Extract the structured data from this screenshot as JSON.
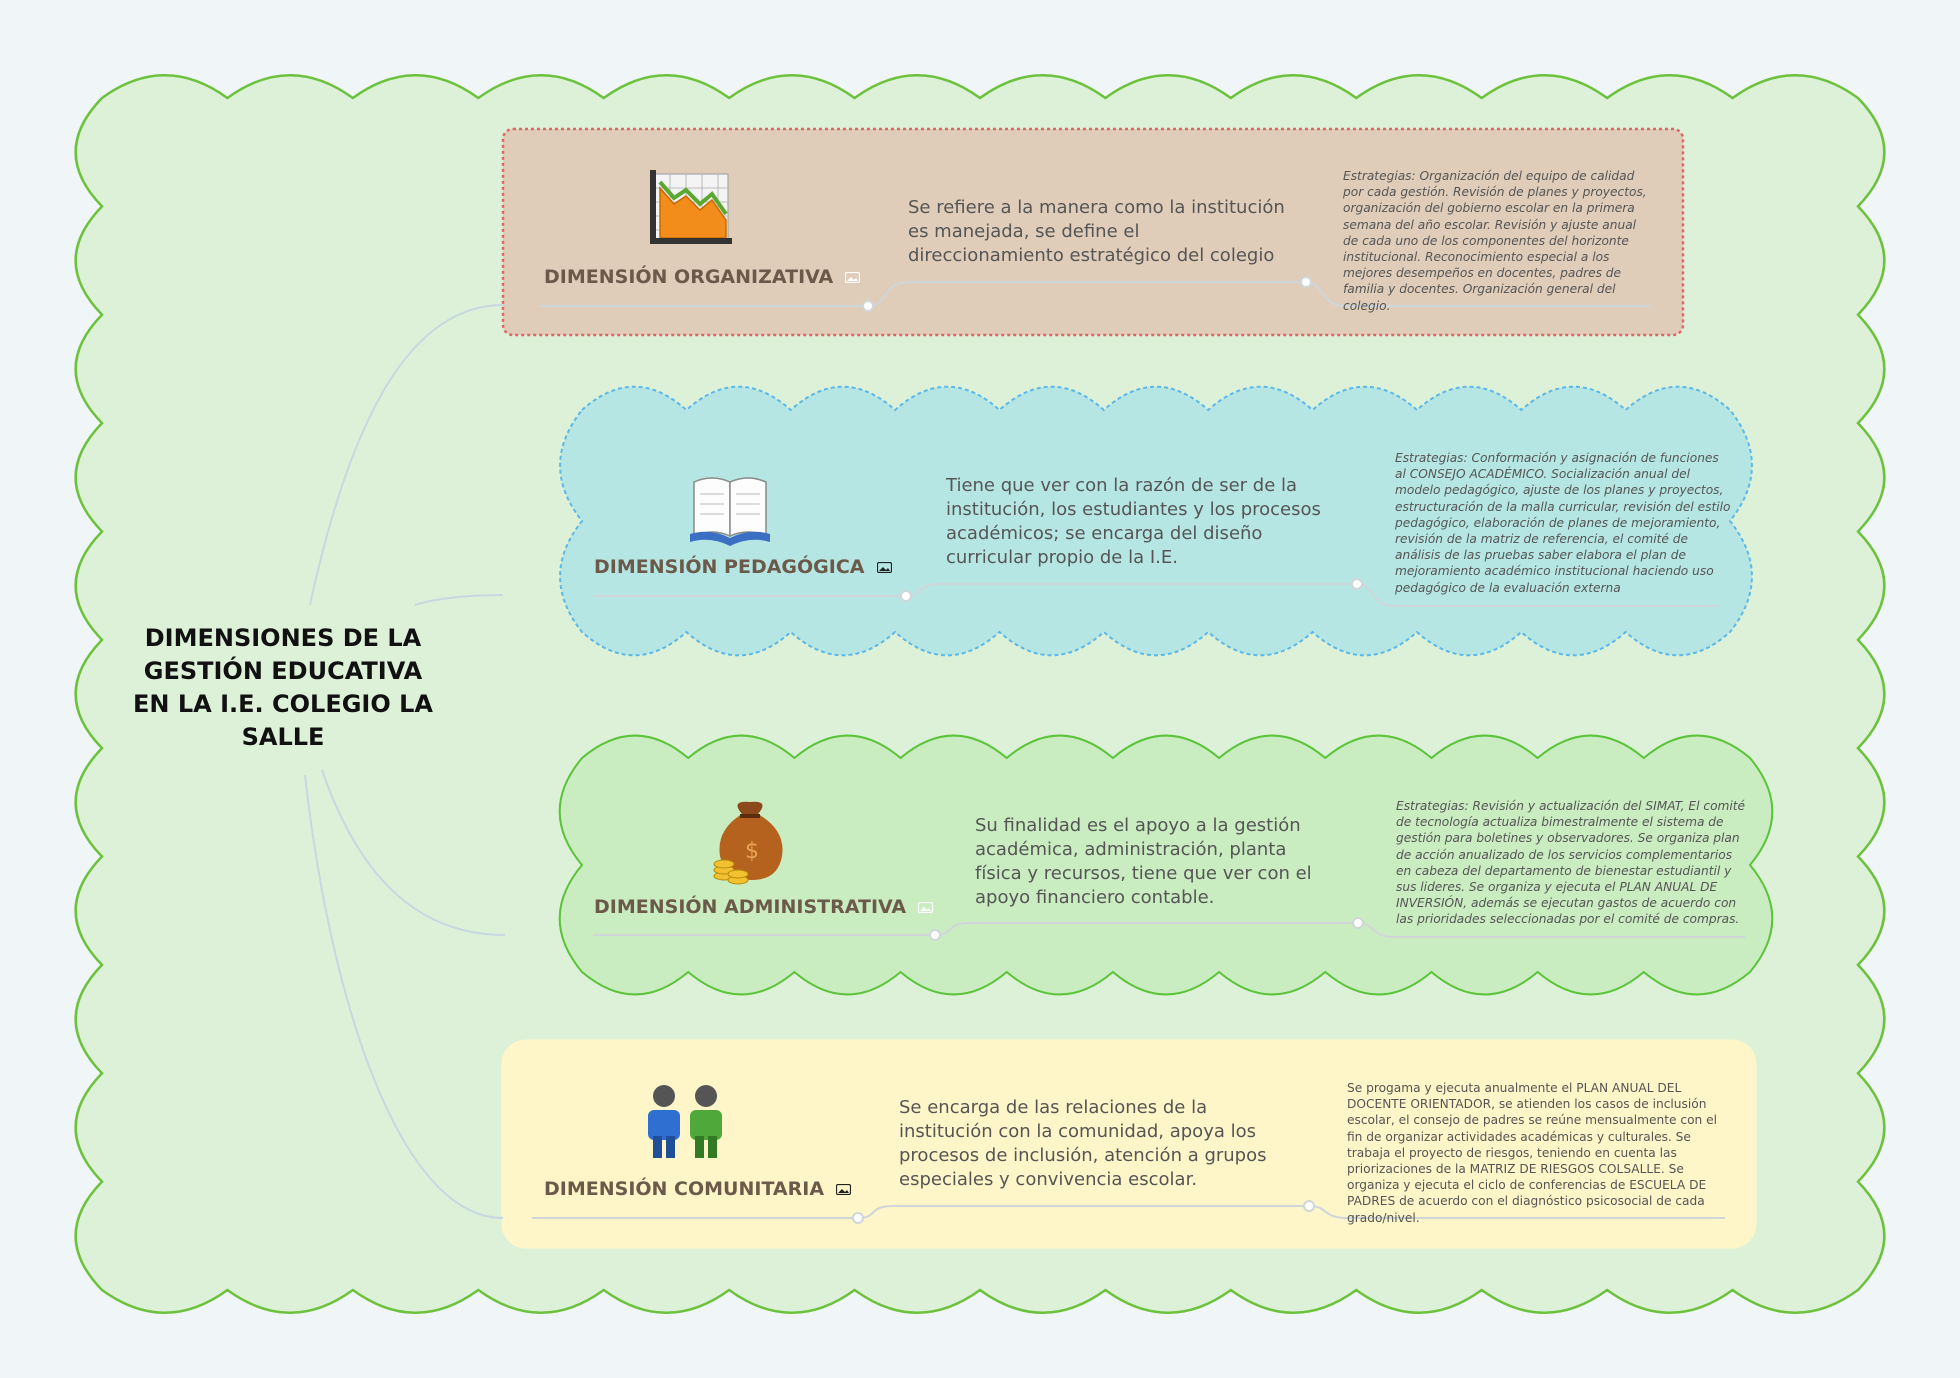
{
  "diagram": {
    "central_topic": "DIMENSIONES DE LA GESTIÓN EDUCATIVA EN LA I.E. COLEGIO LA SALLE",
    "branches": [
      {
        "title": "DIMENSIÓN ORGANIZATIVA",
        "icon": "chart-icon",
        "description": "Se refiere a la manera como la institución es manejada, se define el direccionamiento estratégico del colegio",
        "strategies": "Estrategias: Organización del equipo de calidad por cada gestión. Revisión de planes y proyectos, organización del gobierno escolar en la primera semana del año escolar. Revisión y ajuste anual de cada uno de los componentes del horizonte institucional. Reconocimiento especial a los mejores desempeños en docentes, padres de familia y docentes. Organización general del colegio.",
        "fill": "#dfcdb9",
        "border": "#e06666"
      },
      {
        "title": "DIMENSIÓN PEDAGÓGICA",
        "icon": "open-book-icon",
        "description": "Tiene que ver  con la razón de ser de la institución, los estudiantes y los procesos académicos; se encarga del diseño curricular propio de la I.E.",
        "strategies": "Estrategias: Conformación y asignación de funciones al CONSEJO ACADÉMICO. Socialización anual del modelo pedagógico, ajuste de los planes y proyectos, estructuración de la malla curricular, revisión del estilo pedagógico, elaboración de planes de mejoramiento, revisión de la matriz de referencia, el comité de análisis de las pruebas saber elabora el plan de mejoramiento académico institucional haciendo uso pedagógico de la evaluación externa",
        "fill": "#b6e6e3",
        "border": "#5bb8e8"
      },
      {
        "title": "DIMENSIÓN ADMINISTRATIVA",
        "icon": "money-bag-icon",
        "description": "Su finalidad es el apoyo a la gestión académica, administración, planta física y recursos, tiene que ver con el apoyo financiero contable.",
        "strategies": "Estrategias: Revisión y actualización del SIMAT,  El comité de tecnología actualiza bimestralmente el sistema de gestión para boletines y observadores. Se organiza plan de acción anualizado de los servicios complementarios en cabeza del departamento de bienestar estudiantil y sus lideres. Se organiza y ejecuta el PLAN ANUAL DE INVERSIÓN, además se ejecutan gastos de acuerdo con las prioridades seleccionadas por el comité de compras.",
        "fill": "#c9ecc0",
        "border": "#5cc43a"
      },
      {
        "title": "DIMENSIÓN COMUNITARIA",
        "icon": "people-icon",
        "description": "Se encarga de las relaciones de la institución con la comunidad, apoya los procesos de inclusión, atención a grupos especiales y convivencia escolar.",
        "strategies": "Se progama y ejecuta anualmente el PLAN ANUAL DEL DOCENTE ORIENTADOR, se atienden los casos de inclusión escolar, el consejo de padres se reúne mensualmente con el fin de organizar actividades académicas y culturales. Se trabaja el proyecto de riesgos, teniendo en cuenta las priorizaciones de la MATRIZ DE RIESGOS  COLSALLE. Se organiza y ejecuta el ciclo de conferencias de ESCUELA DE PADRES de acuerdo con el diagnóstico psicosocial de cada grado/nivel.",
        "fill": "#fef6c8",
        "border": "#fef6c8"
      }
    ],
    "colors": {
      "background": "#f0f5f7",
      "outer_cloud_fill": "#dcf1d8",
      "outer_cloud_stroke": "#6cc23c",
      "connector": "#c8d8e0"
    }
  }
}
